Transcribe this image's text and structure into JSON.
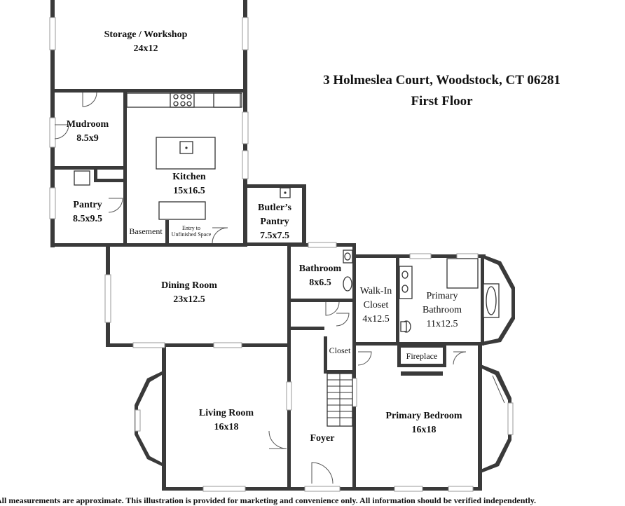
{
  "address": "3 Holmeslea Court, Woodstock, CT 06281",
  "floor": "First Floor",
  "rooms": {
    "storage": {
      "name": "Storage / Workshop",
      "size": "24x12"
    },
    "mudroom": {
      "name": "Mudroom",
      "size": "8.5x9"
    },
    "kitchen": {
      "name": "Kitchen",
      "size": "15x16.5"
    },
    "pantry": {
      "name": "Pantry",
      "size": "8.5x9.5"
    },
    "basement": {
      "name": "Basement"
    },
    "entry": {
      "name_line1": "Entry to",
      "name_line2": "Unfinished Space"
    },
    "butlers_pantry": {
      "name_line1": "Butler’s",
      "name_line2": "Pantry",
      "size": "7.5x7.5"
    },
    "dining": {
      "name": "Dining Room",
      "size": "23x12.5"
    },
    "bathroom": {
      "name": "Bathroom",
      "size": "8x6.5"
    },
    "walkin": {
      "name_line1": "Walk-In",
      "name_line2": "Closet",
      "size": "4x12.5"
    },
    "primary_bath": {
      "name_line1": "Primary",
      "name_line2": "Bathroom",
      "size": "11x12.5"
    },
    "closet": {
      "name": "Closet"
    },
    "fireplace": {
      "name": "Fireplace"
    },
    "living": {
      "name": "Living Room",
      "size": "16x18"
    },
    "foyer": {
      "name": "Foyer"
    },
    "primary_bed": {
      "name": "Primary Bedroom",
      "size": "16x18"
    }
  },
  "disclaimer": "All measurements are approximate. This illustration is provided for marketing and convenience only. All information should be verified independently."
}
